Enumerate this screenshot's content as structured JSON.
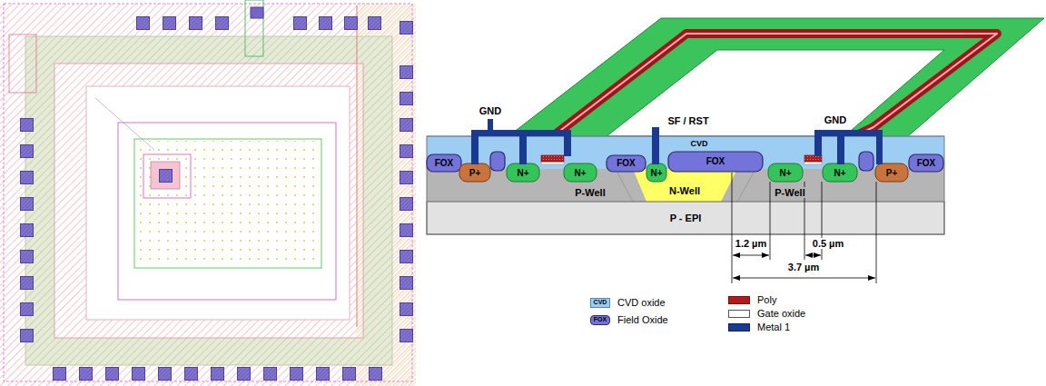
{
  "diagram": {
    "labels": [
      "GND",
      "SF / RST",
      "GND",
      "CVD",
      "FOX",
      "P+",
      "N+",
      "N+",
      "FOX",
      "N+",
      "FOX",
      "N+",
      "N+",
      "P+",
      "FOX",
      "P-Well",
      "N-Well",
      "P-Well",
      "P - EPI",
      "1.2 µm",
      "0.5 µm",
      "3.7 µm",
      "CVD",
      "FOX"
    ],
    "legend": [
      {
        "text": "CVD oxide",
        "color": "#9dcdf2"
      },
      {
        "text": "Field Oxide",
        "color": "#7373d9"
      },
      {
        "text": "Poly",
        "color": "#b01c1c"
      },
      {
        "text": "Gate oxide",
        "color": "#ffffff"
      },
      {
        "text": "Metal 1",
        "color": "#1a3990"
      }
    ]
  }
}
